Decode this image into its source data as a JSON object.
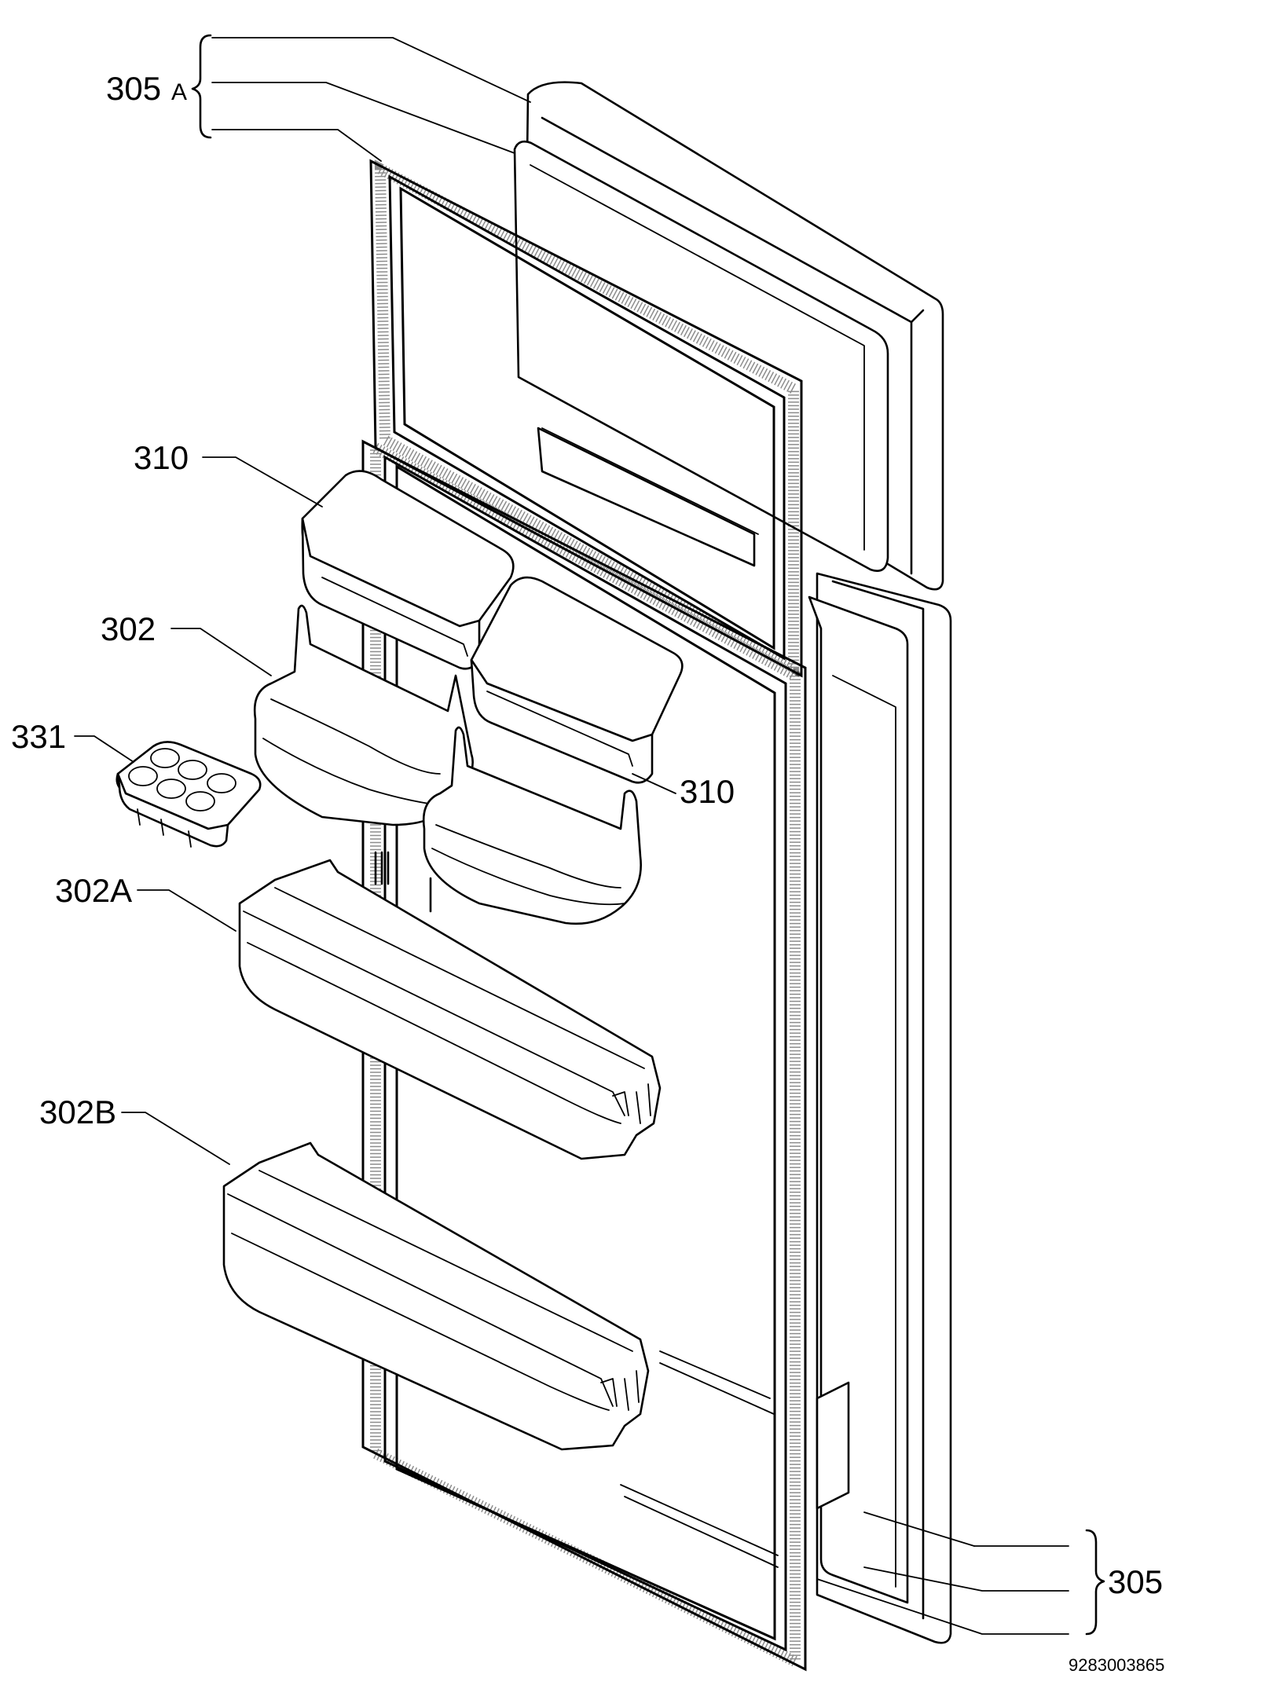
{
  "labels": {
    "l305a_num": "305",
    "l305a_suffix": "A",
    "l310_top": "310",
    "l310_right": "310",
    "l302": "302",
    "l331": "331",
    "l302a": "302A",
    "l302b": "302B",
    "l305": "305",
    "part_number": "9283003865"
  }
}
